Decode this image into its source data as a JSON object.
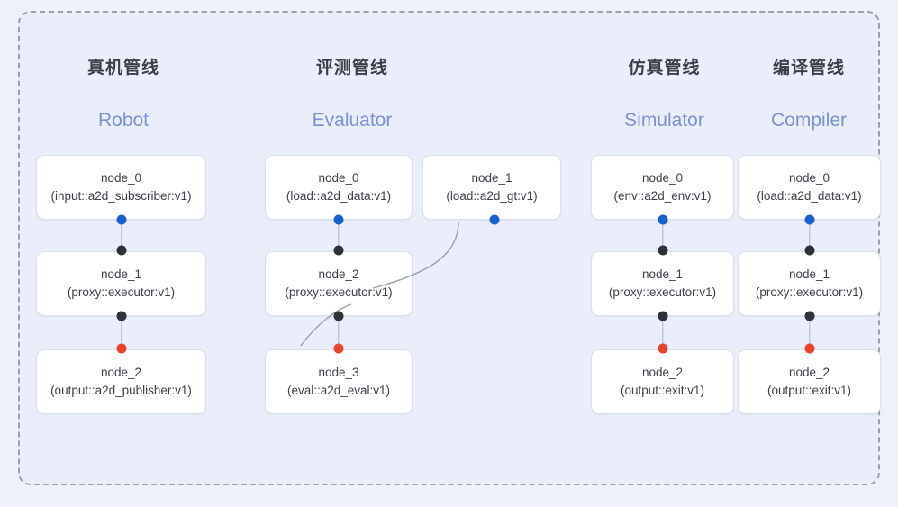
{
  "panel": {
    "border_style": "dashed",
    "border_color": "#9aa1ad",
    "background_color": "#e9eefa"
  },
  "colors": {
    "output_port": "#1a5fd0",
    "intermediate_port": "#2e3135",
    "input_port": "#e8422a",
    "edge": "#9aa1ae",
    "title_zh": "#3a3f47",
    "title_en": "#7d90d6",
    "node_text": "#3c4148",
    "node_border": "#dbe0e9",
    "node_fill": "#ffffff"
  },
  "columns": [
    {
      "key": "robot",
      "title_zh": "真机管线",
      "title_en": "Robot",
      "nodes": [
        {
          "id": "node_0",
          "type": "(input::a2d_subscriber:v1)"
        },
        {
          "id": "node_1",
          "type": "(proxy::executor:v1)"
        },
        {
          "id": "node_2",
          "type": "(output::a2d_publisher:v1)"
        }
      ]
    },
    {
      "key": "evaluator",
      "title_zh": "评测管线",
      "title_en": "Evaluator",
      "nodes": [
        {
          "id": "node_0",
          "type": "(load::a2d_data:v1)"
        },
        {
          "id": "node_1",
          "type": "(load::a2d_gt:v1)"
        },
        {
          "id": "node_2",
          "type": "(proxy::executor:v1)"
        },
        {
          "id": "node_3",
          "type": "(eval::a2d_eval:v1)"
        }
      ]
    },
    {
      "key": "simulator",
      "title_zh": "仿真管线",
      "title_en": "Simulator",
      "nodes": [
        {
          "id": "node_0",
          "type": "(env::a2d_env:v1)"
        },
        {
          "id": "node_1",
          "type": "(proxy::executor:v1)"
        },
        {
          "id": "node_2",
          "type": "(output::exit:v1)"
        }
      ]
    },
    {
      "key": "compiler",
      "title_zh": "编译管线",
      "title_en": "Compiler",
      "nodes": [
        {
          "id": "node_0",
          "type": "(load::a2d_data:v1)"
        },
        {
          "id": "node_1",
          "type": "(proxy::executor:v1)"
        },
        {
          "id": "node_2",
          "type": "(output::exit:v1)"
        }
      ]
    }
  ]
}
